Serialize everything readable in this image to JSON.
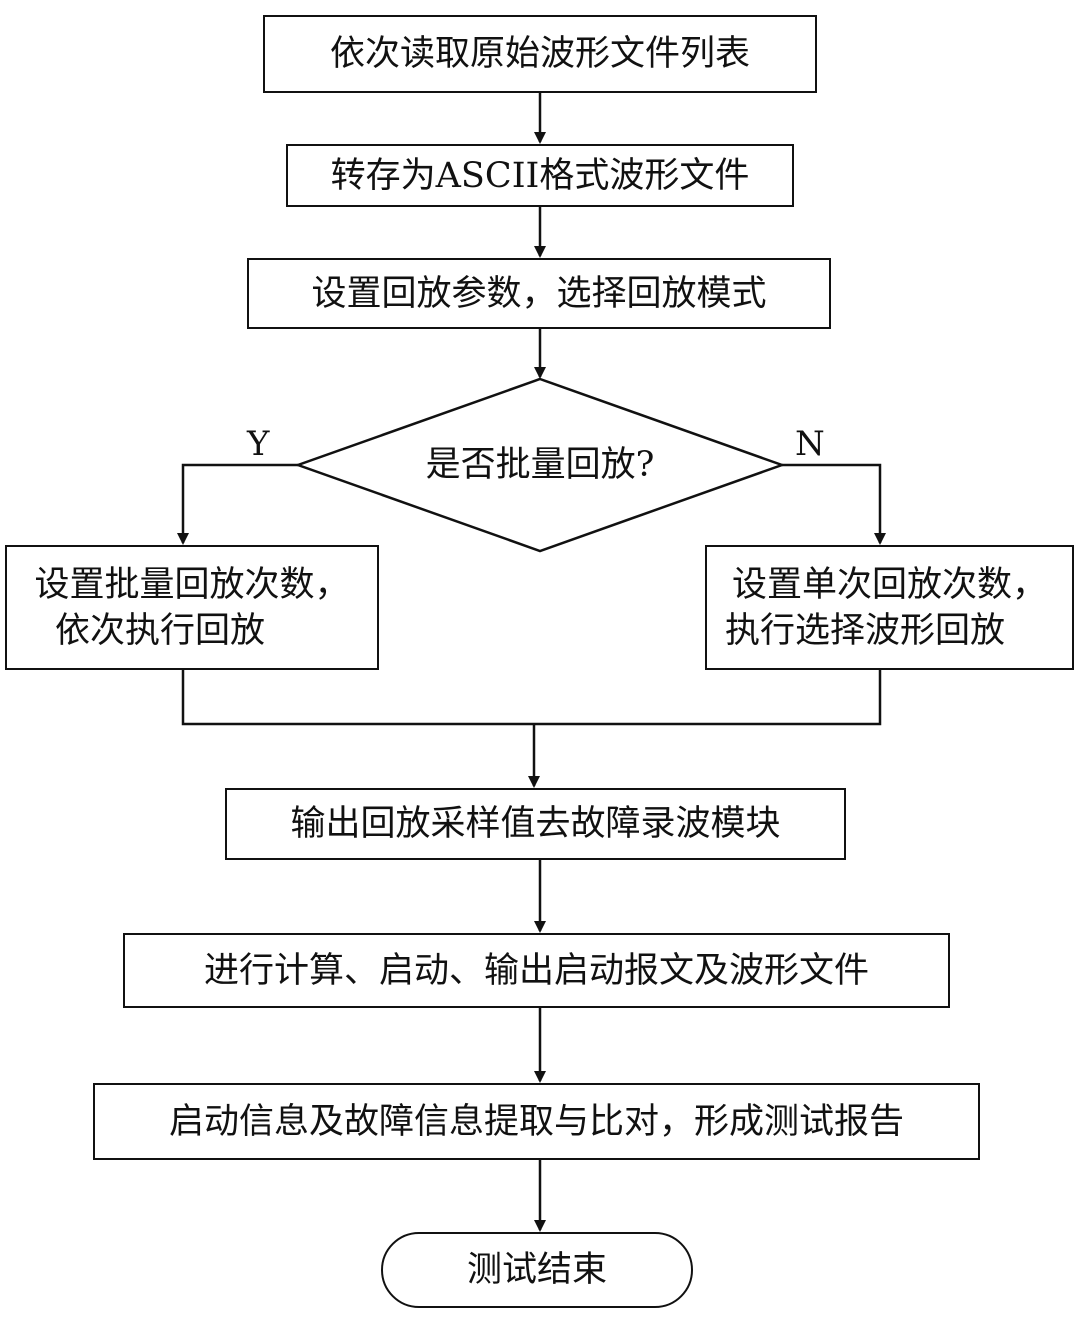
{
  "flowchart": {
    "steps": {
      "read_list": "依次读取原始波形文件列表",
      "convert_ascii": "转存为ASCII格式波形文件",
      "set_params": "设置回放参数，选择回放模式",
      "decision": "是否批量回放?",
      "batch_line1": "设置批量回放次数，",
      "batch_line2": "依次执行回放",
      "single_line1": "设置单次回放次数，",
      "single_line2": "执行选择波形回放",
      "output_samples": "输出回放采样值去故障录波模块",
      "compute": "进行计算、启动、输出启动报文及波形文件",
      "extract_compare": "启动信息及故障信息提取与比对，形成测试报告",
      "end": "测试结束"
    },
    "branches": {
      "yes": "Y",
      "no": "N"
    }
  }
}
